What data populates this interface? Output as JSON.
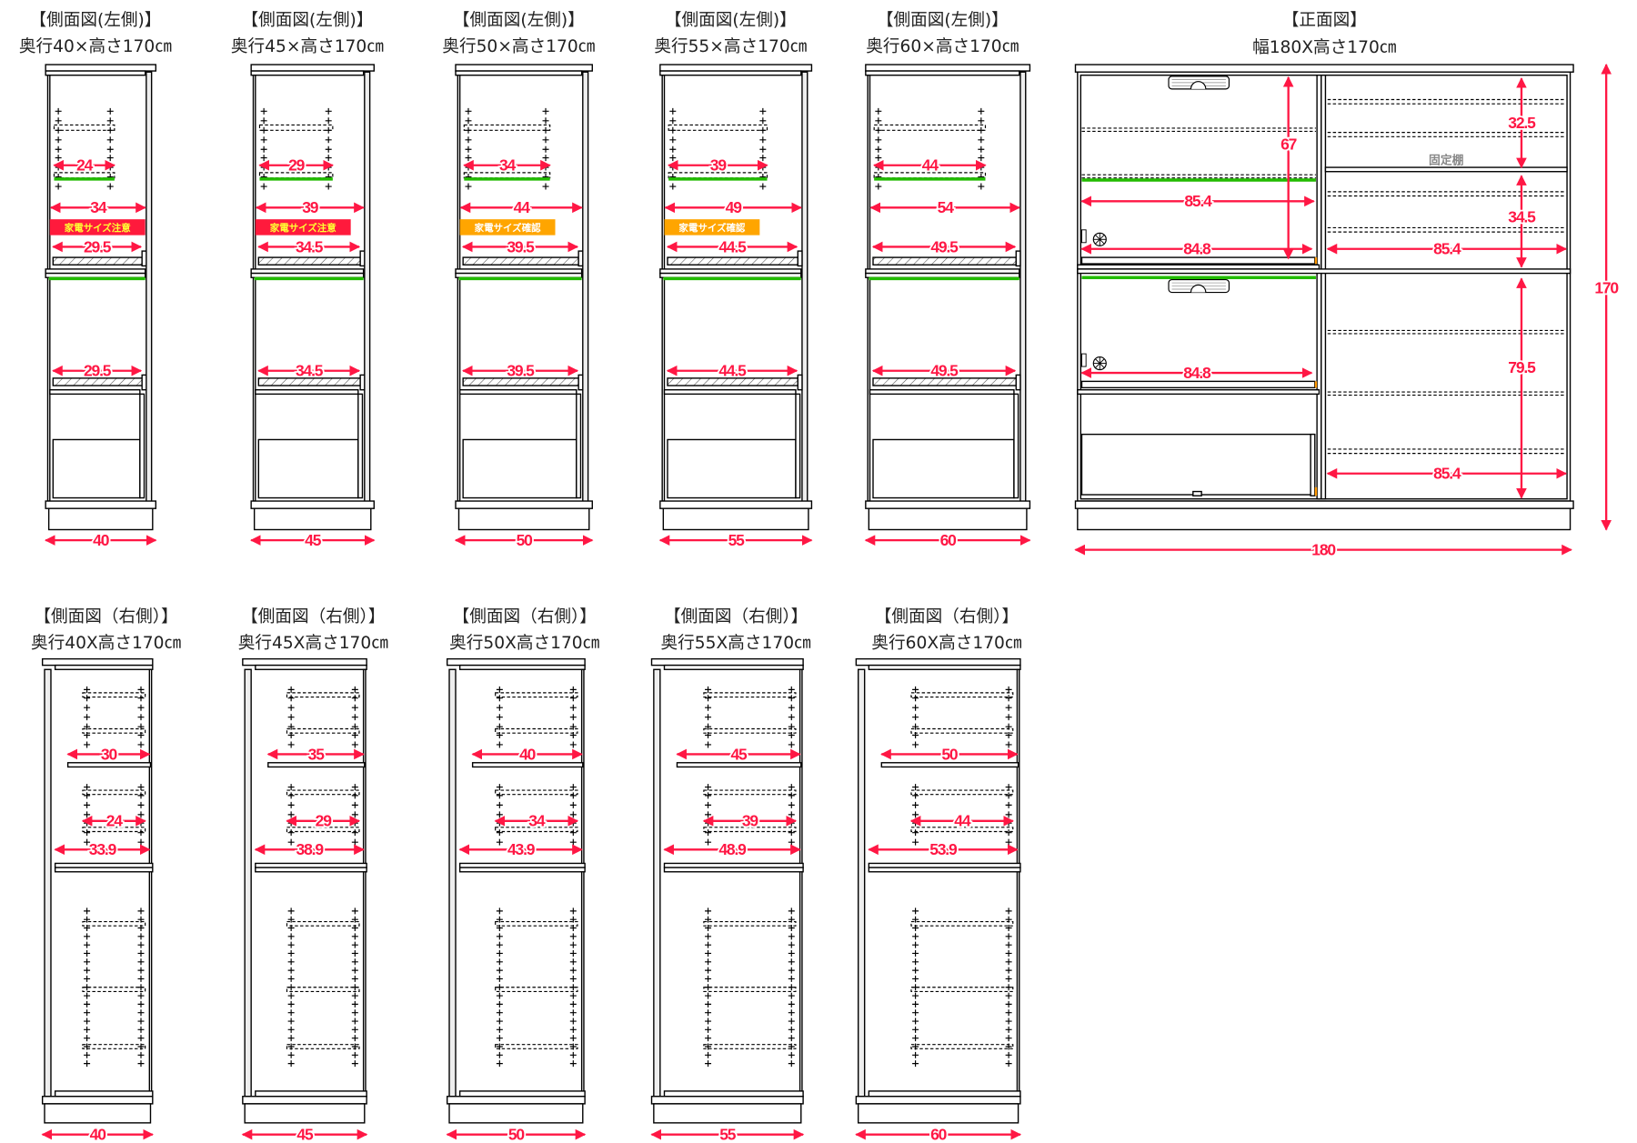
{
  "colors": {
    "dimension": "#ff1744",
    "caution_tag": "#ff1a3c",
    "check_tag": "#ffa500",
    "guide_line": "#22bb00"
  },
  "left_views": [
    {
      "title": "【側面図(左側)】",
      "subtitle": "奥行40×高さ170㎝",
      "shelf": "24",
      "inner": "34",
      "tag": "家電サイズ注意",
      "tag_type": "caution",
      "slide_upper": "29.5",
      "slide_lower": "29.5",
      "total": "40",
      "shelf_num": 24
    },
    {
      "title": "【側面図(左側)】",
      "subtitle": "奥行45×高さ170㎝",
      "shelf": "29",
      "inner": "39",
      "tag": "家電サイズ注意",
      "tag_type": "caution",
      "slide_upper": "34.5",
      "slide_lower": "34.5",
      "total": "45",
      "shelf_num": 29
    },
    {
      "title": "【側面図(左側)】",
      "subtitle": "奥行50×高さ170㎝",
      "shelf": "34",
      "inner": "44",
      "tag": "家電サイズ確認",
      "tag_type": "check",
      "slide_upper": "39.5",
      "slide_lower": "39.5",
      "total": "50",
      "shelf_num": 34
    },
    {
      "title": "【側面図(左側)】",
      "subtitle": "奥行55×高さ170㎝",
      "shelf": "39",
      "inner": "49",
      "tag": "家電サイズ確認",
      "tag_type": "check",
      "slide_upper": "44.5",
      "slide_lower": "44.5",
      "total": "55",
      "shelf_num": 39
    },
    {
      "title": "【側面図(左側)】",
      "subtitle": "奥行60×高さ170㎝",
      "shelf": "44",
      "inner": "54",
      "tag": null,
      "tag_type": null,
      "slide_upper": "49.5",
      "slide_lower": "49.5",
      "total": "60",
      "shelf_num": 44
    }
  ],
  "right_views": [
    {
      "title": "【側面図（右側）】",
      "subtitle": "奥行40X高さ170㎝",
      "upper": "30",
      "shelf": "24",
      "inner": "33.9",
      "total": "40",
      "shelf_num": 24
    },
    {
      "title": "【側面図（右側）】",
      "subtitle": "奥行45X高さ170㎝",
      "upper": "35",
      "shelf": "29",
      "inner": "38.9",
      "total": "45",
      "shelf_num": 29
    },
    {
      "title": "【側面図（右側）】",
      "subtitle": "奥行50X高さ170㎝",
      "upper": "40",
      "shelf": "34",
      "inner": "43.9",
      "total": "50",
      "shelf_num": 34
    },
    {
      "title": "【側面図（右側）】",
      "subtitle": "奥行55X高さ170㎝",
      "upper": "45",
      "shelf": "39",
      "inner": "48.9",
      "total": "55",
      "shelf_num": 39
    },
    {
      "title": "【側面図（右側）】",
      "subtitle": "奥行60X高さ170㎝",
      "upper": "50",
      "shelf": "44",
      "inner": "53.9",
      "total": "60",
      "shelf_num": 44
    }
  ],
  "front_view": {
    "title": "【正面図】",
    "subtitle": "幅180X高さ170㎝",
    "left_height": "67",
    "left_inner_width": "85.4",
    "slide_upper": "84.8",
    "slide_lower": "84.8",
    "right_top_height": "32.5",
    "fixed_shelf_label": "固定棚",
    "right_mid_height": "34.5",
    "right_mid_width": "85.4",
    "right_low_height": "79.5",
    "right_low_width": "85.4",
    "total_height": "170",
    "total_width": "180"
  }
}
